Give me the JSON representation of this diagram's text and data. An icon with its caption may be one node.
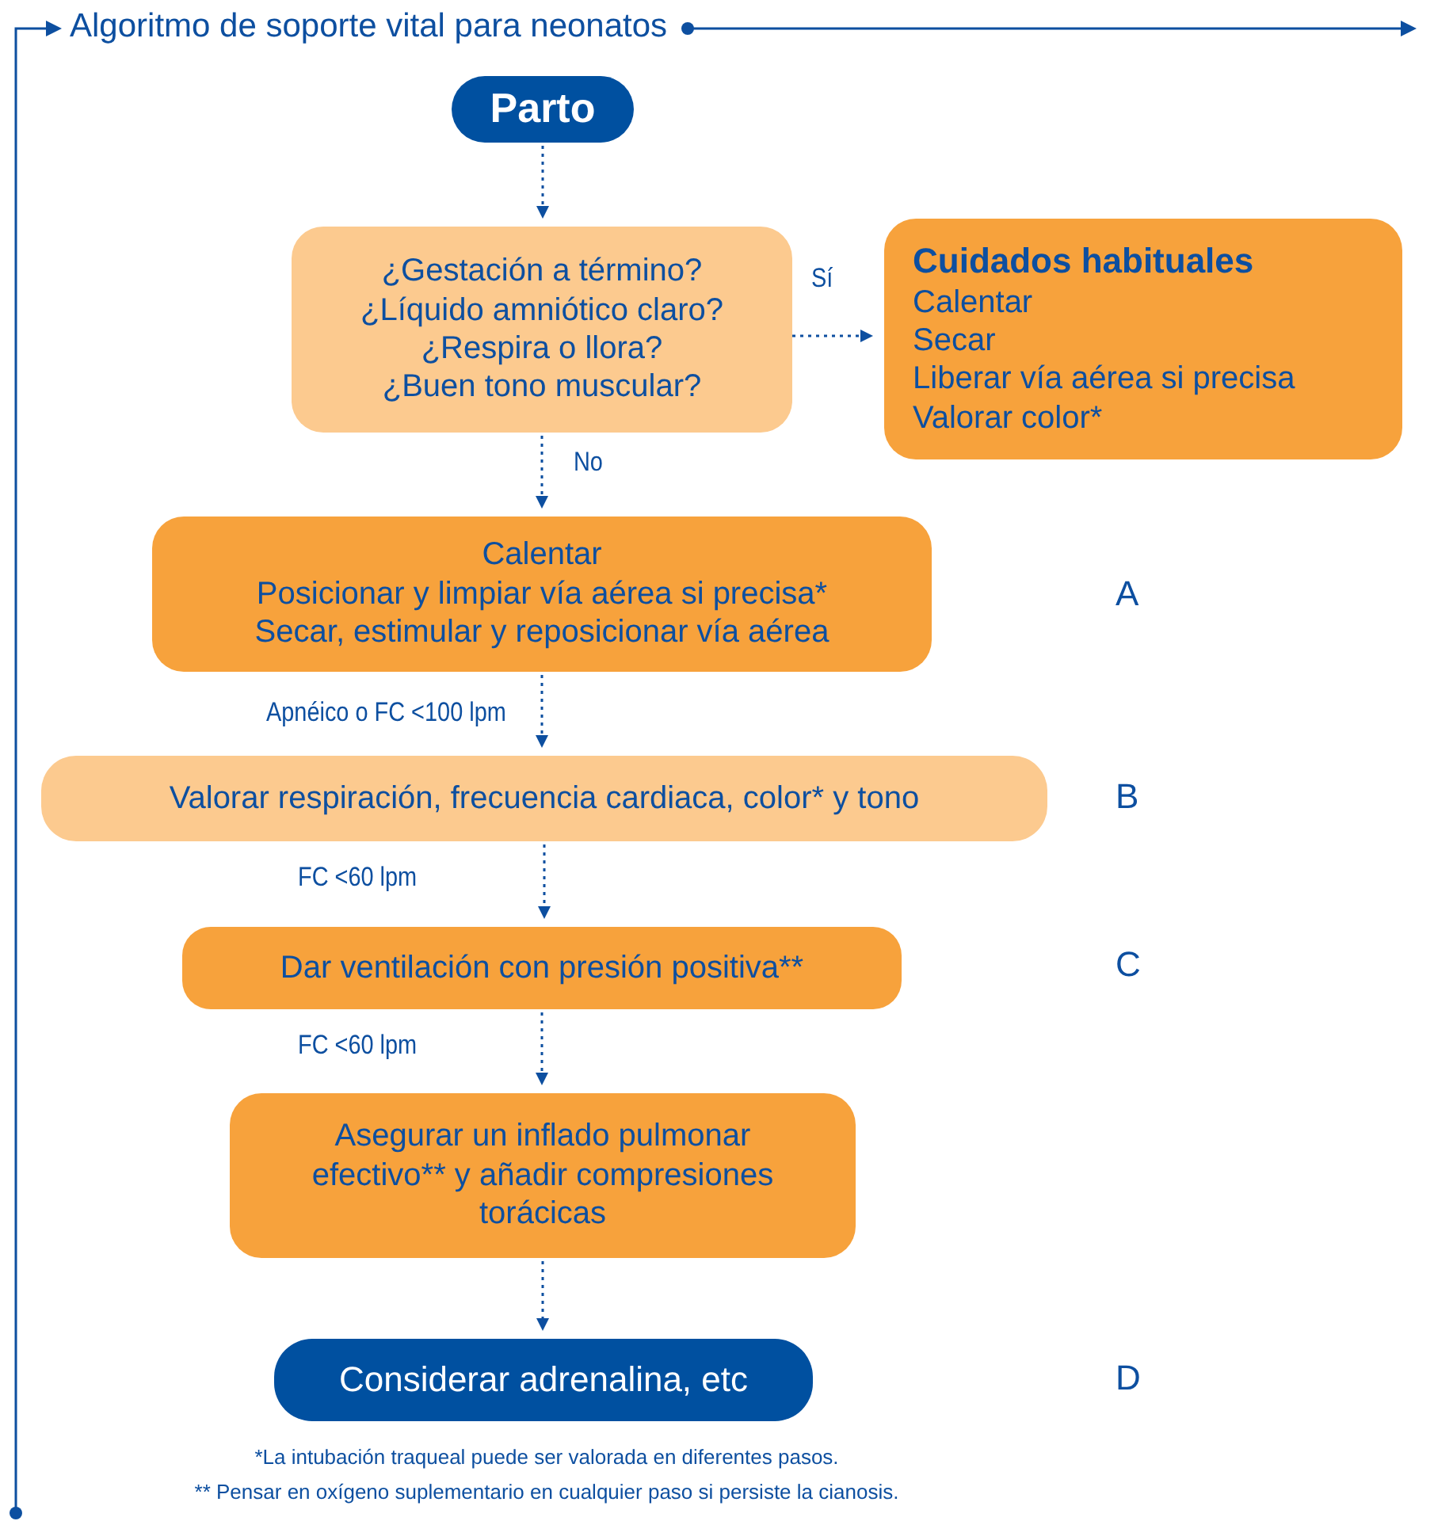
{
  "diagram": {
    "title": "Algoritmo de soporte vital para neonatos",
    "nodes": [
      {
        "text": [
          "Parto"
        ]
      },
      {
        "text": [
          "¿Gestación a término?",
          "¿Líquido amniótico claro?",
          "¿Respira o llora?",
          "¿Buen tono muscular?"
        ]
      },
      {
        "text": [
          "Cuidados habituales",
          "Calentar",
          "Secar",
          "Liberar vía aérea si precisa",
          "Valorar color*"
        ]
      },
      {
        "text": [
          "Calentar",
          "Posicionar y limpiar vía aérea si precisa*",
          "Secar, estimular y reposicionar vía aérea"
        ]
      },
      {
        "text": [
          "Valorar respiración, frecuencia cardiaca, color* y tono"
        ]
      },
      {
        "text": [
          "Dar ventilación con presión positiva**"
        ]
      },
      {
        "text": [
          "Asegurar un inflado pulmonar efectivo** y añadir compresiones torácicas"
        ]
      },
      {
        "text": [
          "Considerar adrenalina, etc"
        ]
      }
    ],
    "edges": [
      {
        "from": 0,
        "to": 1,
        "arrow": "to",
        "style": "dashed"
      },
      {
        "from": 1,
        "to": 2,
        "arrow": "to",
        "style": "dashed",
        "label": "Sí"
      },
      {
        "from": 1,
        "to": 3,
        "arrow": "to",
        "style": "dashed",
        "label": "No"
      },
      {
        "from": 3,
        "to": 4,
        "arrow": "to",
        "style": "dashed",
        "label": "Apnéico o FC <100 lpm"
      },
      {
        "from": 4,
        "to": 5,
        "arrow": "to",
        "style": "dashed",
        "label": "FC <60 lpm"
      },
      {
        "from": 5,
        "to": 6,
        "arrow": "to",
        "style": "dashed",
        "label": "FC <60 lpm"
      },
      {
        "from": 6,
        "to": 7,
        "arrow": "to",
        "style": "dashed"
      }
    ],
    "labels": [
      "A",
      "B",
      "C",
      "D",
      "*La intubación traqueal puede ser valorada en diferentes pasos.",
      "** Pensar en oxígeno suplementario en cualquier paso si persiste la cianosis."
    ]
  }
}
